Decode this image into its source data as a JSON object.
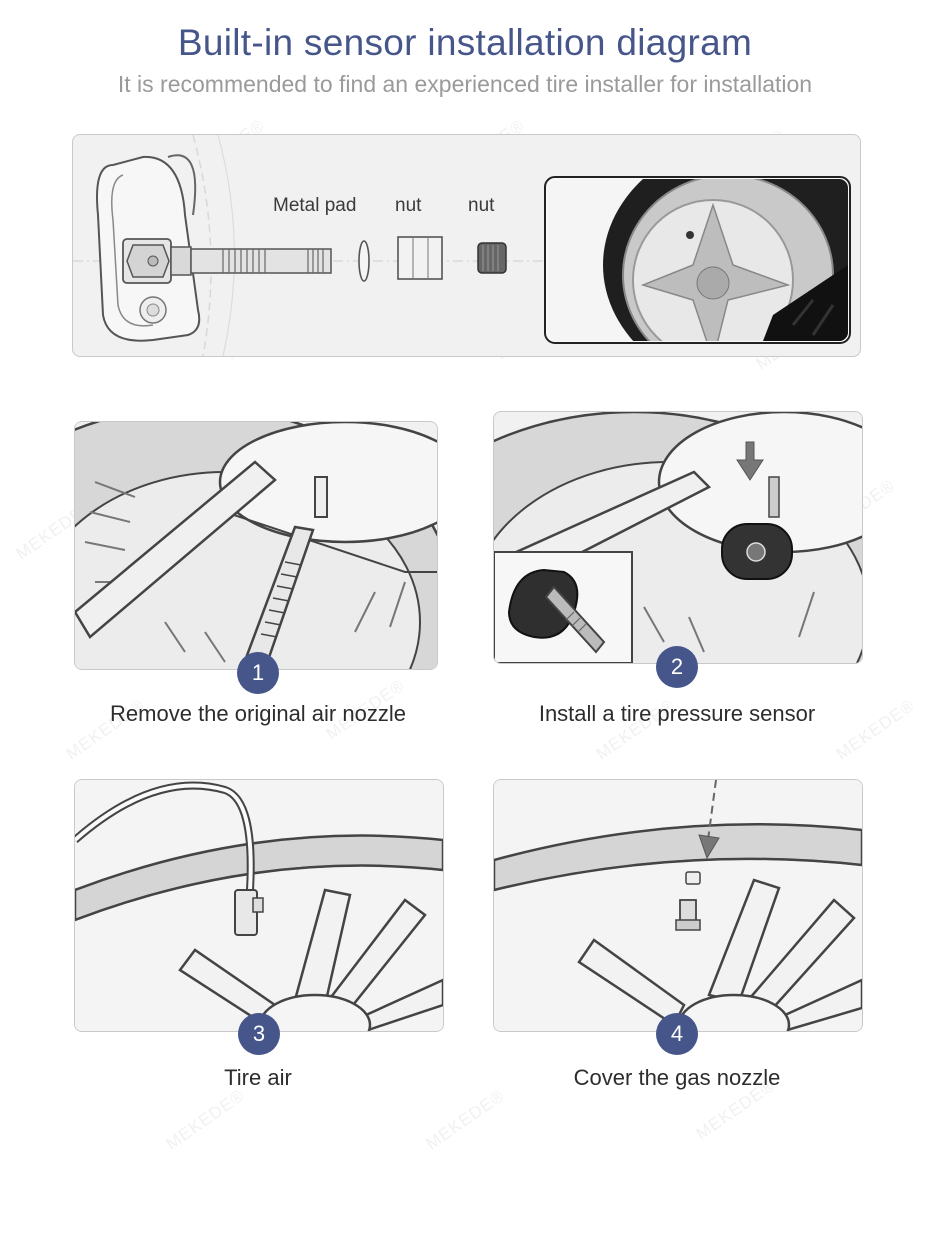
{
  "header": {
    "title": "Built-in sensor installation diagram",
    "subtitle": "It is recommended to find an experienced tire installer for installation"
  },
  "top_diagram": {
    "labels": [
      "Metal pad",
      "nut",
      "nut"
    ]
  },
  "steps": [
    {
      "number": "1",
      "caption": "Remove the original air nozzle"
    },
    {
      "number": "2",
      "caption": "Install a tire pressure sensor"
    },
    {
      "number": "3",
      "caption": "Tire air"
    },
    {
      "number": "4",
      "caption": "Cover the gas nozzle"
    }
  ],
  "watermark": "MEKEDE®",
  "colors": {
    "accent": "#46568a",
    "subtitle": "#9a9a9a",
    "panel_bg": "#f1f1f1"
  }
}
